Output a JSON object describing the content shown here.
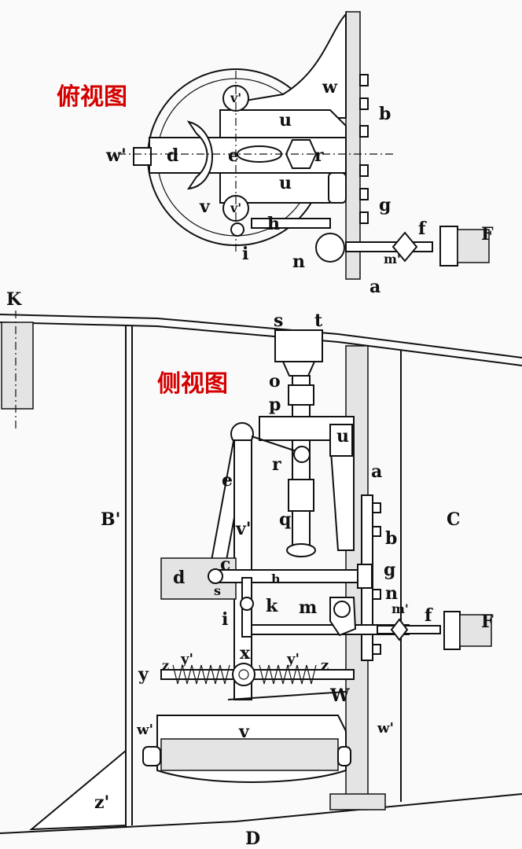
{
  "titles": {
    "top_view": "俯视图",
    "side_view": "侧视图"
  },
  "labels": {
    "top": {
      "w": "w",
      "v1_top": "v'",
      "b": "b",
      "u_top": "u",
      "w1": "w'",
      "d": "d",
      "e": "e",
      "r": "r",
      "u_bottom": "u",
      "v": "v",
      "v1_bottom": "v'",
      "g": "g",
      "h": "h",
      "f": "f",
      "F": "F",
      "i": "i",
      "n": "n",
      "m1": "m'",
      "a": "a"
    },
    "side": {
      "K": "K",
      "s": "s",
      "t": "t",
      "o": "o",
      "p": "p",
      "u": "u",
      "r": "r",
      "a": "a",
      "e": "e",
      "v1": "v'",
      "B1": "B'",
      "C": "C",
      "q": "q",
      "b": "b",
      "d": "d",
      "c": "c",
      "g": "g",
      "s_small": "s",
      "h": "h",
      "n": "n",
      "i": "i",
      "k": "k",
      "m": "m",
      "m1": "m'",
      "f": "f",
      "F": "F",
      "x": "x",
      "y1_left": "y'",
      "y1_right": "y'",
      "y": "y",
      "z_left": "z",
      "z_right": "z",
      "W": "W",
      "w1_left": "w'",
      "v_bottom": "v",
      "w1_right": "w'",
      "z1": "z'",
      "D": "D"
    }
  }
}
